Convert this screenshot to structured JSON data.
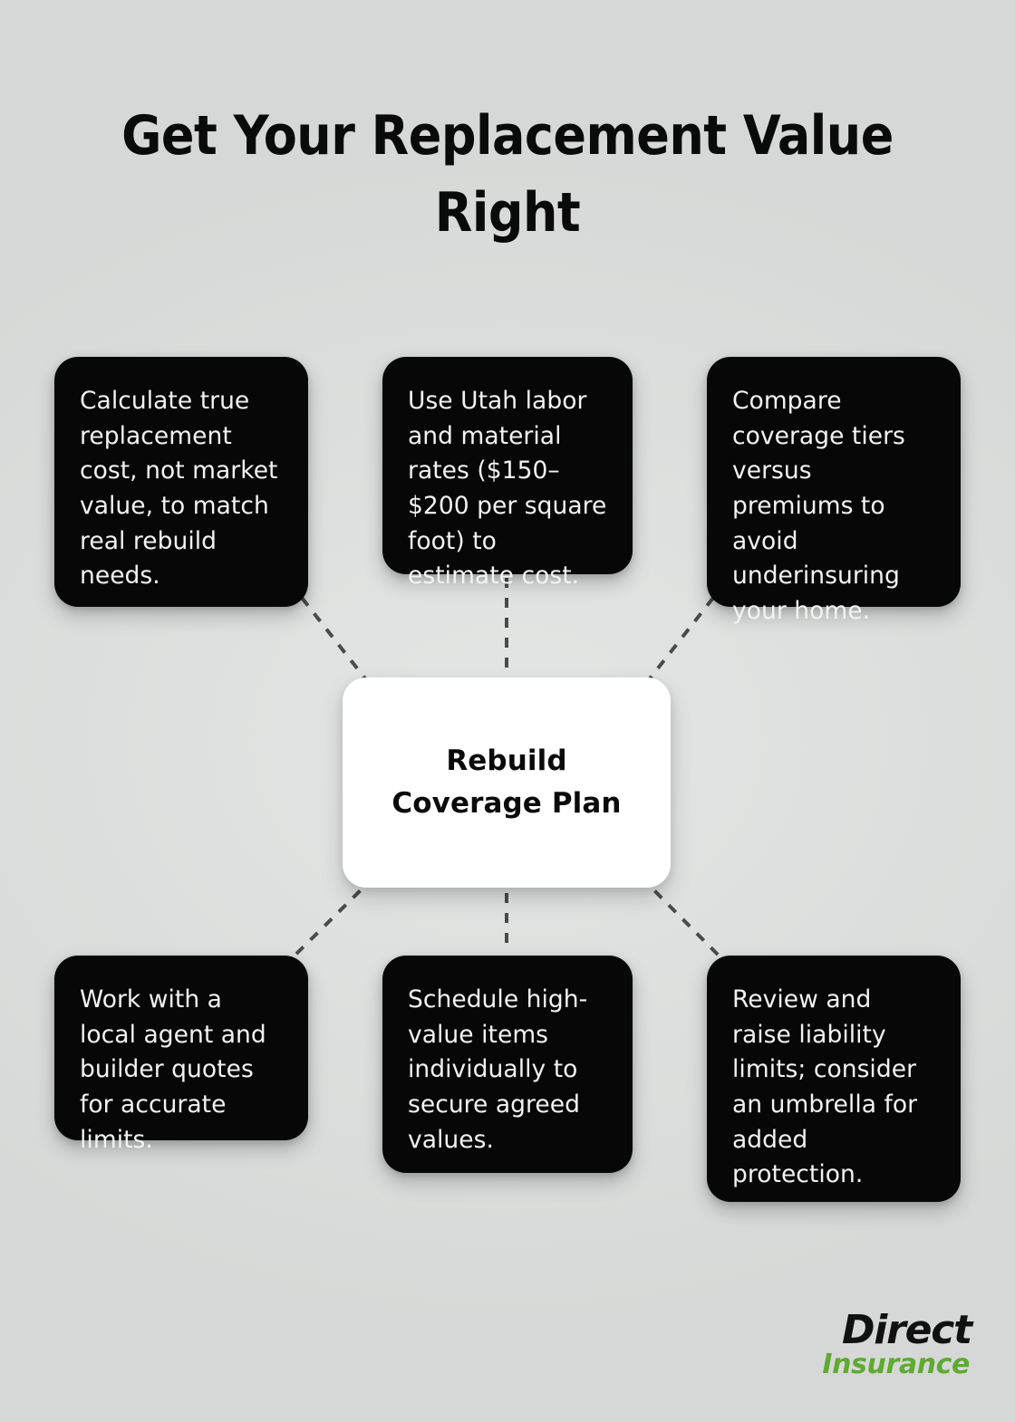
{
  "page": {
    "title": "Get Your Replacement Value Right",
    "background_color": "#dfe1e0"
  },
  "center": {
    "label": "Rebuild\nCoverage Plan",
    "background_color": "#ffffff",
    "text_color": "#0a0a0a"
  },
  "cards": {
    "background_color": "#070707",
    "text_color": "#f2f2f2",
    "top": [
      {
        "text": "Calculate true replacement cost, not market value, to match real rebuild needs."
      },
      {
        "text": "Use Utah labor and material rates ($150–$200 per square foot) to estimate cost."
      },
      {
        "text": "Compare coverage tiers versus premiums to avoid underinsuring your home."
      }
    ],
    "bottom": [
      {
        "text": "Work with a local agent and builder quotes for accurate limits."
      },
      {
        "text": "Schedule high-value items individually to secure agreed values."
      },
      {
        "text": "Review and raise liability limits; consider an umbrella for added protection."
      }
    ]
  },
  "connectors": {
    "style": "dashed",
    "color": "#4a4a4a",
    "width": 4,
    "dash": "11 11"
  },
  "logo": {
    "primary": "Direct",
    "secondary": "Insurance",
    "primary_color": "#111111",
    "secondary_color": "#5faa32"
  }
}
